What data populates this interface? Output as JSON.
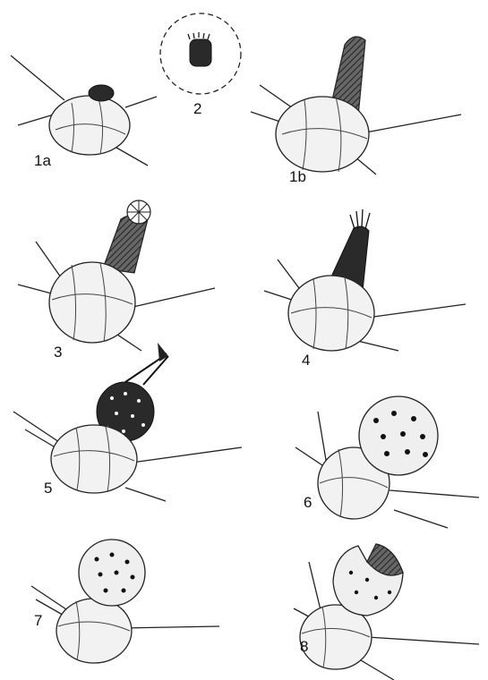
{
  "labels": {
    "fig_1a": "1a",
    "fig_1b": "1b",
    "fig_2": "2",
    "fig_3": "3",
    "fig_4": "4",
    "fig_5": "5",
    "fig_6": "6",
    "fig_7": "7",
    "fig_8": "8"
  }
}
